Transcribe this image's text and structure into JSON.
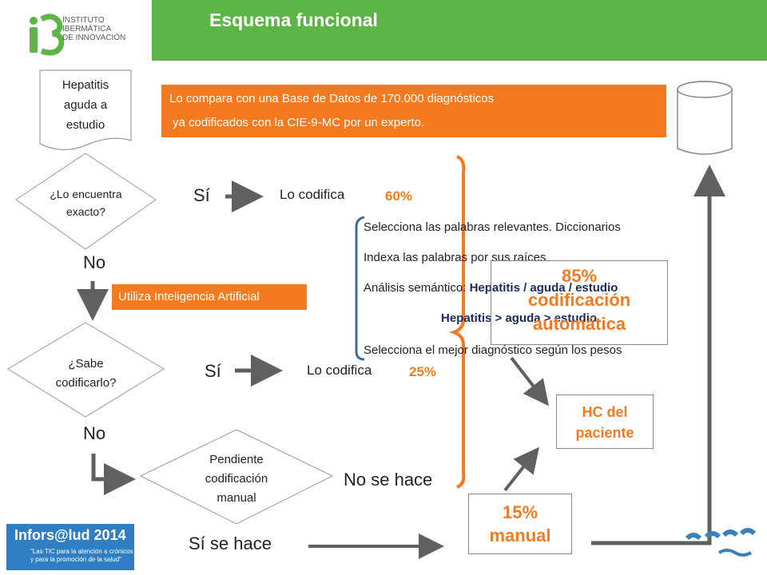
{
  "header": {
    "title": "Esquema funcional",
    "logo_text_1": "INSTITUTO",
    "logo_text_2": "IBERMÁTICA",
    "logo_text_3": "DE INNOVACIÓN"
  },
  "start_doc": {
    "line1": "Hepatitis",
    "line2": "aguda a",
    "line3": "estudio"
  },
  "db_note": {
    "line1": "Lo compara con una Base de Datos de 170.000 diagnósticos",
    "line2": "ya codificados con la CIE-9-MC por un experto."
  },
  "decision1": {
    "line1": "¿Lo encuentra",
    "line2": "exacto?",
    "yes": "Sí",
    "no": "No",
    "result": "Lo codifica",
    "pct": "60%"
  },
  "ai_label": "Utiliza Inteligencia Artificial",
  "ai_steps": {
    "step1": "Selecciona las palabras relevantes. Diccionarios",
    "step2": "Indexa las palabras por sus raíces",
    "step3_prefix": "Análisis semántico: ",
    "step3_bold": "Hepatitis / aguda / estudio",
    "step3b": "Hepatitis > aguda > estudio",
    "step4": "Selecciona el mejor diagnóstico según los pesos"
  },
  "auto_box": {
    "line1": "85%",
    "line2": "codificación",
    "line3": "automática"
  },
  "decision2": {
    "line1": "¿Sabe",
    "line2": "codificarlo?",
    "yes": "Sí",
    "no": "No",
    "result": "Lo codifica",
    "pct": "25%"
  },
  "pending": {
    "line1": "Pendiente",
    "line2": "codificación",
    "line3": "manual",
    "no_label": "No se hace",
    "yes_label": "Sí se hace"
  },
  "hc_box": {
    "line1": "HC del",
    "line2": "paciente"
  },
  "manual_box": {
    "line1": "15%",
    "line2": "manual"
  },
  "event_logo": {
    "title": "Infors@lud 2014",
    "subtitle1": "\"Las TIC para la atención a crónicos",
    "subtitle2": "y para la promoción de la salud\""
  },
  "colors": {
    "green": "#5cb546",
    "orange": "#f47a20",
    "grey_arrow": "#606060"
  }
}
